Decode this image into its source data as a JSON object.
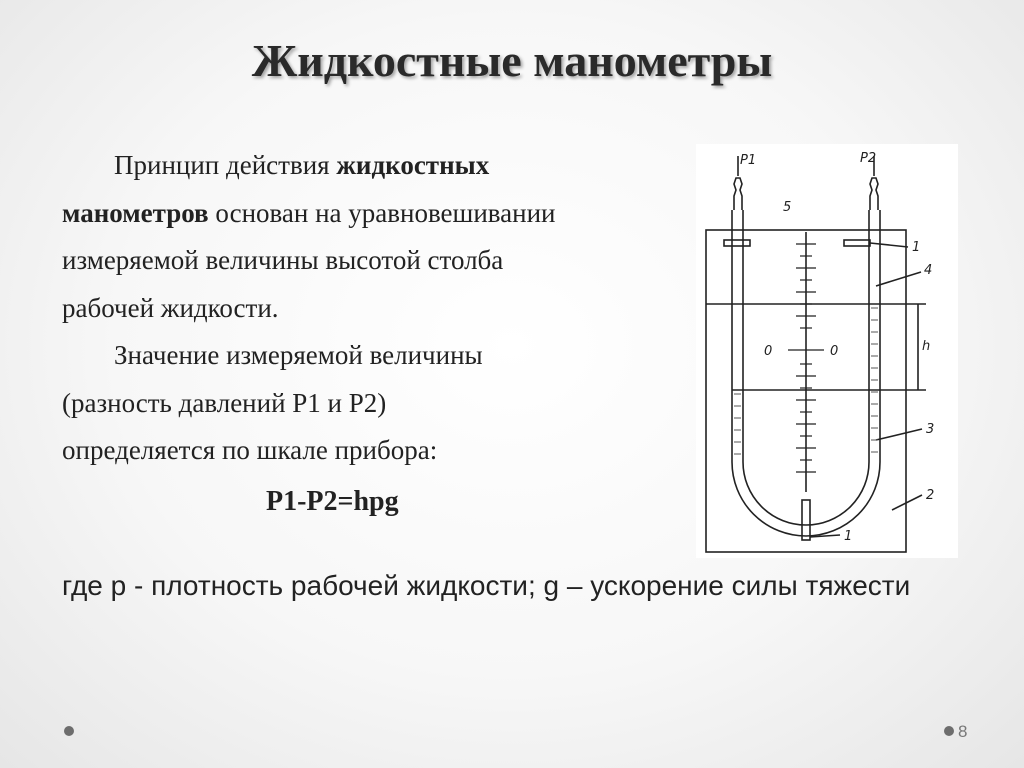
{
  "slide": {
    "title": "Жидкостные манометры",
    "paragraph1": {
      "line1_plain": "Принцип действия ",
      "line1_bold": "жидкостных",
      "line2_bold": "манометров",
      "line2_plain": " основан на уравновешивании",
      "line3": "измеряемой величины высотой столба",
      "line4": "рабочей жидкости."
    },
    "paragraph2": {
      "line1": "Значение измеряемой величины",
      "line2": "(разность давлений Р1 и Р2)",
      "line3": " определяется по шкале прибора:"
    },
    "formula": "P1-P2=hpg",
    "footnote": "где р - плотность рабочей жидкости; g – ускорение силы тяжести",
    "slide_number": "8"
  },
  "diagram": {
    "label_p1": "P1",
    "label_p2": "P2",
    "label_5": "5",
    "label_1_top": "1",
    "label_4": "4",
    "label_h": "h",
    "label_zero_left": "0",
    "label_zero_right": "0",
    "label_3": "3",
    "label_2": "2",
    "label_1_bottom": "1"
  }
}
